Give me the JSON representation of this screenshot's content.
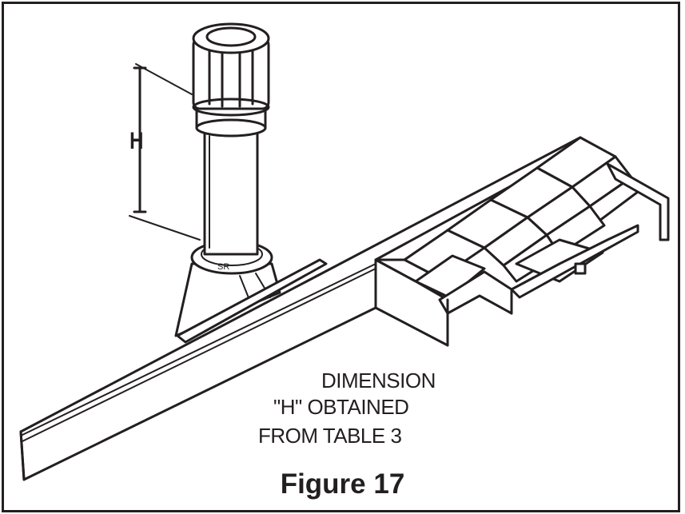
{
  "figure": {
    "caption": "Figure 17",
    "dimension_label": "H",
    "note_lines": [
      "DIMENSION",
      "\"H\" OBTAINED",
      "FROM TABLE 3"
    ]
  },
  "colors": {
    "ink": "#231f20",
    "background": "#ffffff"
  },
  "illustration": {
    "subject": "vent-termination-cap-on-sloped-shingled-roof",
    "icon": "roof-vent-drawing"
  }
}
